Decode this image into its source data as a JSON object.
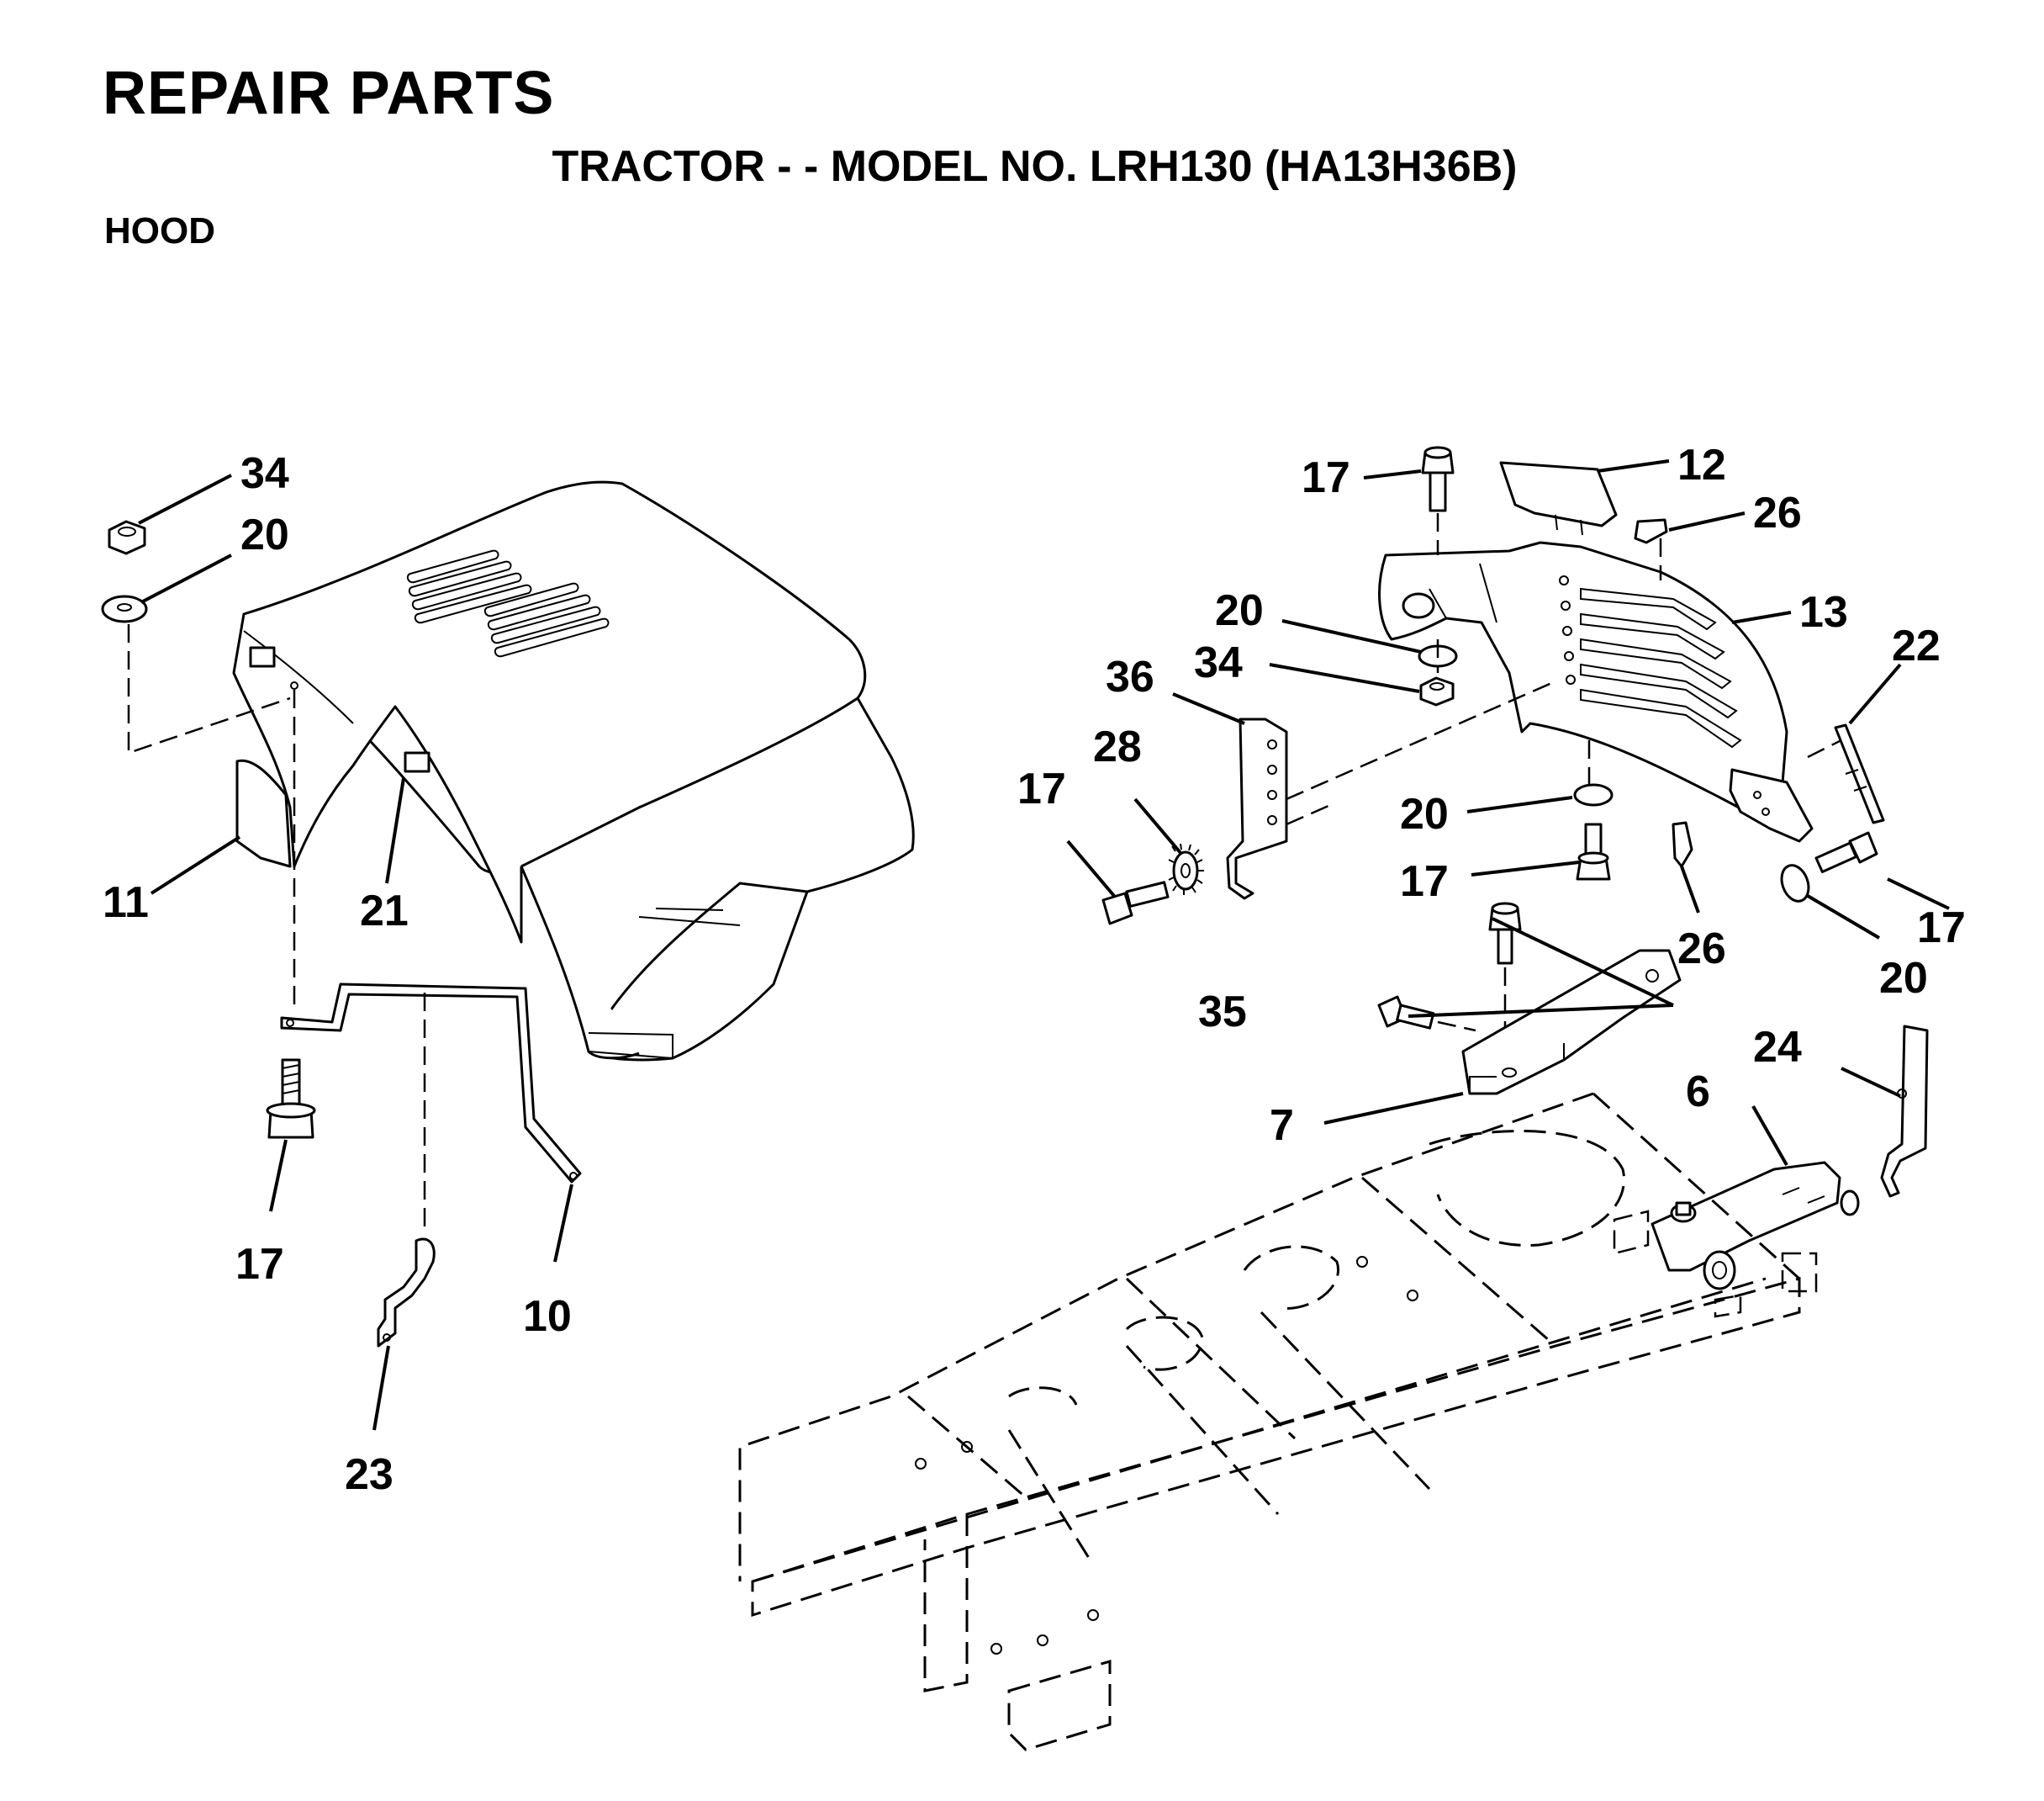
{
  "header": {
    "title": "REPAIR PARTS",
    "subtitle": "TRACTOR - - MODEL NO. LRH130 (HA13H36B)",
    "section": "HOOD"
  },
  "callouts": {
    "c34_left": "34",
    "c20_left": "20",
    "c11": "11",
    "c21": "21",
    "c17_left": "17",
    "c10": "10",
    "c23": "23",
    "c17_top": "17",
    "c12": "12",
    "c26_top": "26",
    "c13": "13",
    "c22": "22",
    "c20_mid": "20",
    "c34_mid": "34",
    "c36": "36",
    "c28": "28",
    "c17_mid": "17",
    "c20_low": "20",
    "c17_low": "17",
    "c26_low": "26",
    "c17_right": "17",
    "c20_right": "20",
    "c35": "35",
    "c7": "7",
    "c6": "6",
    "c24": "24"
  }
}
